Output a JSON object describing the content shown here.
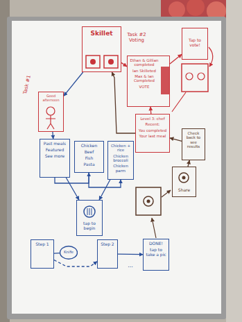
{
  "diagram": {
    "nodes": [
      {
        "text": [
          "Skillet"
        ]
      },
      {
        "text": [
          "Ethan & Gillian completed",
          "Ian Skilleted",
          "Max & Ian Completed",
          "VOTE"
        ]
      },
      {
        "text": [
          "Tap to vote!"
        ]
      },
      {
        "text": [
          "Level 3: chef",
          "Recent:",
          "You completed",
          "Your last meal"
        ]
      },
      {
        "text": [
          "Good afternoon"
        ]
      },
      {
        "text": [
          "Past meals",
          "Featured",
          "See more"
        ]
      },
      {
        "text": [
          "Chicken",
          "Beef",
          "Fish",
          "Pasta"
        ]
      },
      {
        "text": [
          "Chicken + rice",
          "Chicken broccoli",
          "Chicken parm"
        ]
      },
      {
        "text": [
          "tap to begin"
        ]
      },
      {
        "text": [
          "Step 1"
        ]
      },
      {
        "text": [
          "Knife"
        ]
      },
      {
        "text": [
          "Step 2"
        ]
      },
      {
        "text": [
          "DONE!",
          "tap to take a pic"
        ]
      },
      {
        "text": [
          "Share"
        ]
      },
      {
        "text": [
          "Check back to see results"
        ]
      }
    ],
    "edges": [
      {
        "from": 0,
        "to": 4,
        "arrow": "to"
      },
      {
        "from": 4,
        "to": 5,
        "arrow": "to"
      },
      {
        "from": 5,
        "to": 6,
        "arrow": "to"
      },
      {
        "from": 6,
        "to": 7,
        "arrow": "to"
      },
      {
        "from": 5,
        "to": 8,
        "arrow": "to"
      },
      {
        "from": 7,
        "to": 8,
        "arrow": "to"
      },
      {
        "from": 9,
        "to": 10,
        "arrow": "none"
      },
      {
        "from": 9,
        "to": 11,
        "arrow": "to"
      },
      {
        "from": 11,
        "to": 12,
        "arrow": "to"
      },
      {
        "from": 13,
        "to": 14,
        "arrow": "to"
      },
      {
        "from": 14,
        "to": 3,
        "arrow": "to"
      },
      {
        "from": 3,
        "to": 0,
        "arrow": "to"
      },
      {
        "from": 0,
        "to": 1,
        "arrow": "to"
      },
      {
        "from": 1,
        "to": 2,
        "arrow": "to"
      },
      {
        "from": 3,
        "to": 1,
        "arrow": "to"
      }
    ],
    "labels": [
      "Task #2 Voting",
      "Task #1",
      "..."
    ]
  }
}
